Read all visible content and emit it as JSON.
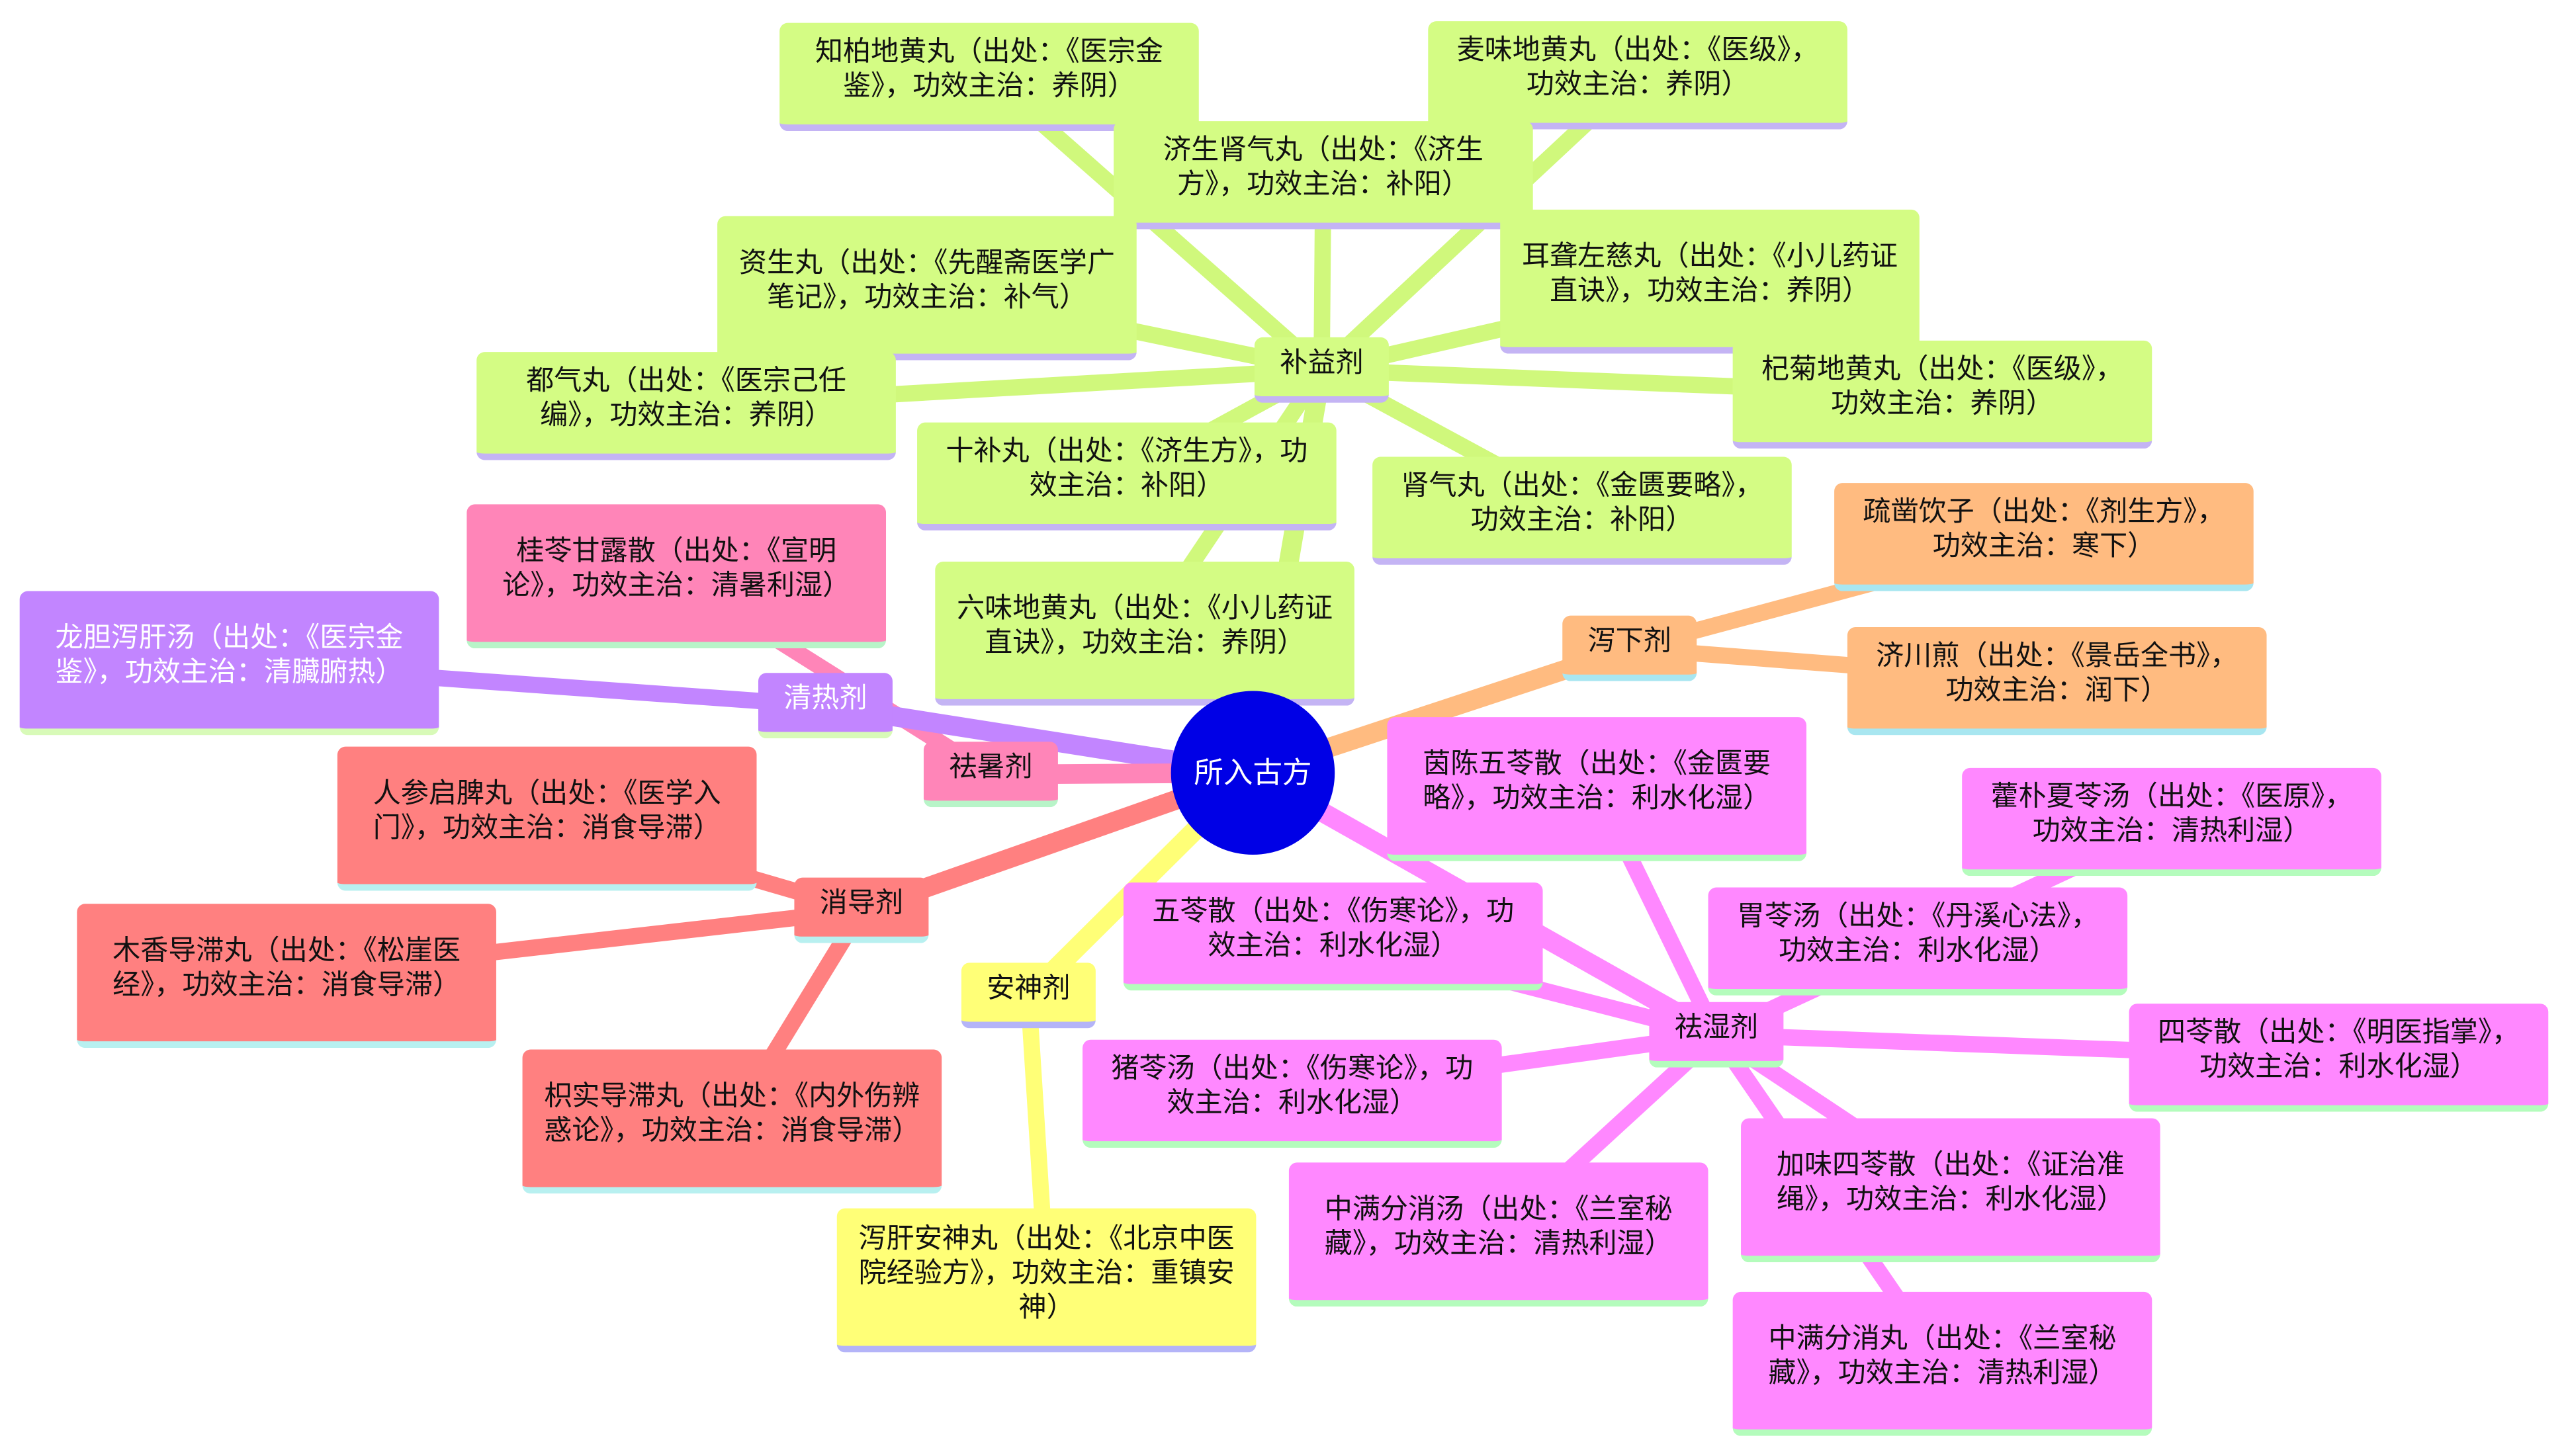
{
  "center": "所入古方",
  "branches": [
    {
      "label": "补益剂",
      "children": [
        "知柏地黄丸（出处：《医宗金鉴》，功效主治：养阴）",
        "麦味地黄丸（出处：《医级》，功效主治：养阴）",
        "济生肾气丸（出处：《济生方》，功效主治：补阳）",
        "资生丸（出处：《先醒斋医学广笔记》，功效主治：补气）",
        "耳聋左慈丸（出处：《小儿药证直诀》，功效主治：养阴）",
        "都气丸（出处：《医宗己任编》，功效主治：养阴）",
        "杞菊地黄丸（出处：《医级》，功效主治：养阴）",
        "十补丸（出处：《济生方》，功效主治：补阳）",
        "肾气丸（出处：《金匮要略》，功效主治：补阳）",
        "六味地黄丸（出处：《小儿药证直诀》，功效主治：养阴）"
      ]
    },
    {
      "label": "泻下剂",
      "children": [
        "疏凿饮子（出处：《剂生方》，功效主治：寒下）",
        "济川煎（出处：《景岳全书》，功效主治：润下）"
      ]
    },
    {
      "label": "清热剂",
      "children": [
        "龙胆泻肝汤（出处：《医宗金鉴》，功效主治：清臟腑热）"
      ]
    },
    {
      "label": "祛暑剂",
      "children": [
        "桂苓甘露散（出处：《宣明论》，功效主治：清暑利湿）"
      ]
    },
    {
      "label": "消导剂",
      "children": [
        "人参启脾丸（出处：《医学入门》，功效主治：消食导滞）",
        "木香导滞丸（出处：《松崖医经》，功效主治：消食导滞）",
        "枳实导滞丸（出处：《内外伤辨惑论》，功效主治：消食导滞）"
      ]
    },
    {
      "label": "安神剂",
      "children": [
        "泻肝安神丸（出处：《北京中医院经验方》，功效主治：重镇安神）"
      ]
    },
    {
      "label": "祛湿剂",
      "children": [
        "茵陈五苓散（出处：《金匮要略》，功效主治：利水化湿）",
        "藿朴夏苓汤（出处：《医原》，功效主治：清热利湿）",
        "胃苓汤（出处：《丹溪心法》，功效主治：利水化湿）",
        "五苓散（出处：《伤寒论》，功效主治：利水化湿）",
        "四苓散（出处：《明医指掌》，功效主治：利水化湿）",
        "猪苓汤（出处：《伤寒论》，功效主治：利水化湿）",
        "加味四苓散（出处：《证治准绳》，功效主治：利水化湿）",
        "中满分消汤（出处：《兰室秘藏》，功效主治：清热利湿）",
        "中满分消丸（出处：《兰室秘藏》，功效主治：清热利湿）"
      ]
    }
  ]
}
